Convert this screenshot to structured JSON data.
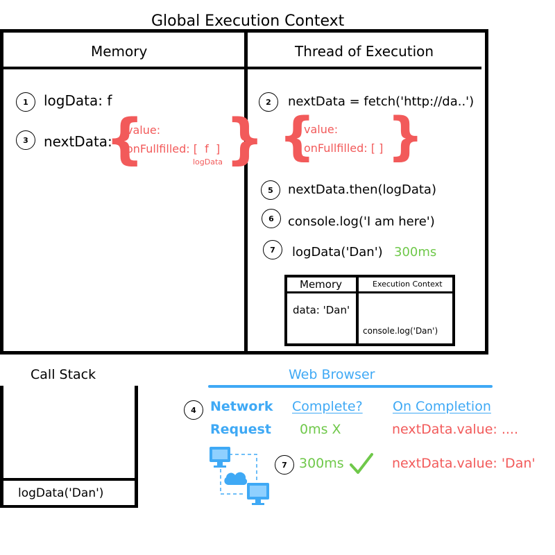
{
  "title": "Global Execution Context",
  "memory": {
    "header": "Memory",
    "step1": "1",
    "logData": "logData: f",
    "step3": "3",
    "nextData": "nextData:",
    "obj_value": "value:",
    "obj_onfulfilled": "onFullfilled: [  f  ]",
    "obj_caption": "logData"
  },
  "thread": {
    "header": "Thread of Execution",
    "step2": "2",
    "line2": "nextData = fetch('http://da..')",
    "obj_value": "value:",
    "obj_onfulfilled": "onFullfilled: [ ]",
    "step5": "5",
    "line5": "nextData.then(logData)",
    "step6": "6",
    "line6": "console.log('I am here')",
    "step7": "7",
    "line7": "logData('Dan')",
    "time7": "300ms",
    "inner": {
      "memory_header": "Memory",
      "exec_header": "Execution Context",
      "memory_value": "data: 'Dan'",
      "exec_value": "console.log('Dan')"
    }
  },
  "call_stack": {
    "title": "Call Stack",
    "frames": [
      "logData('Dan')"
    ]
  },
  "web_browser": {
    "title": "Web Browser",
    "step4": "4",
    "network_label": "Network",
    "request_label": "Request",
    "col_complete": "Complete?",
    "col_completion": "On Completion",
    "row1_complete": "0ms X",
    "row1_completion": "nextData.value: ....",
    "step7": "7",
    "row2_complete": "300ms",
    "row2_completion": "nextData.value: 'Dan'"
  },
  "colors": {
    "red": "#f25a5a",
    "green": "#6fc84a",
    "blue": "#3fa9f5",
    "black": "#000000"
  },
  "icons": [
    "network-icon",
    "checkmark-icon"
  ]
}
